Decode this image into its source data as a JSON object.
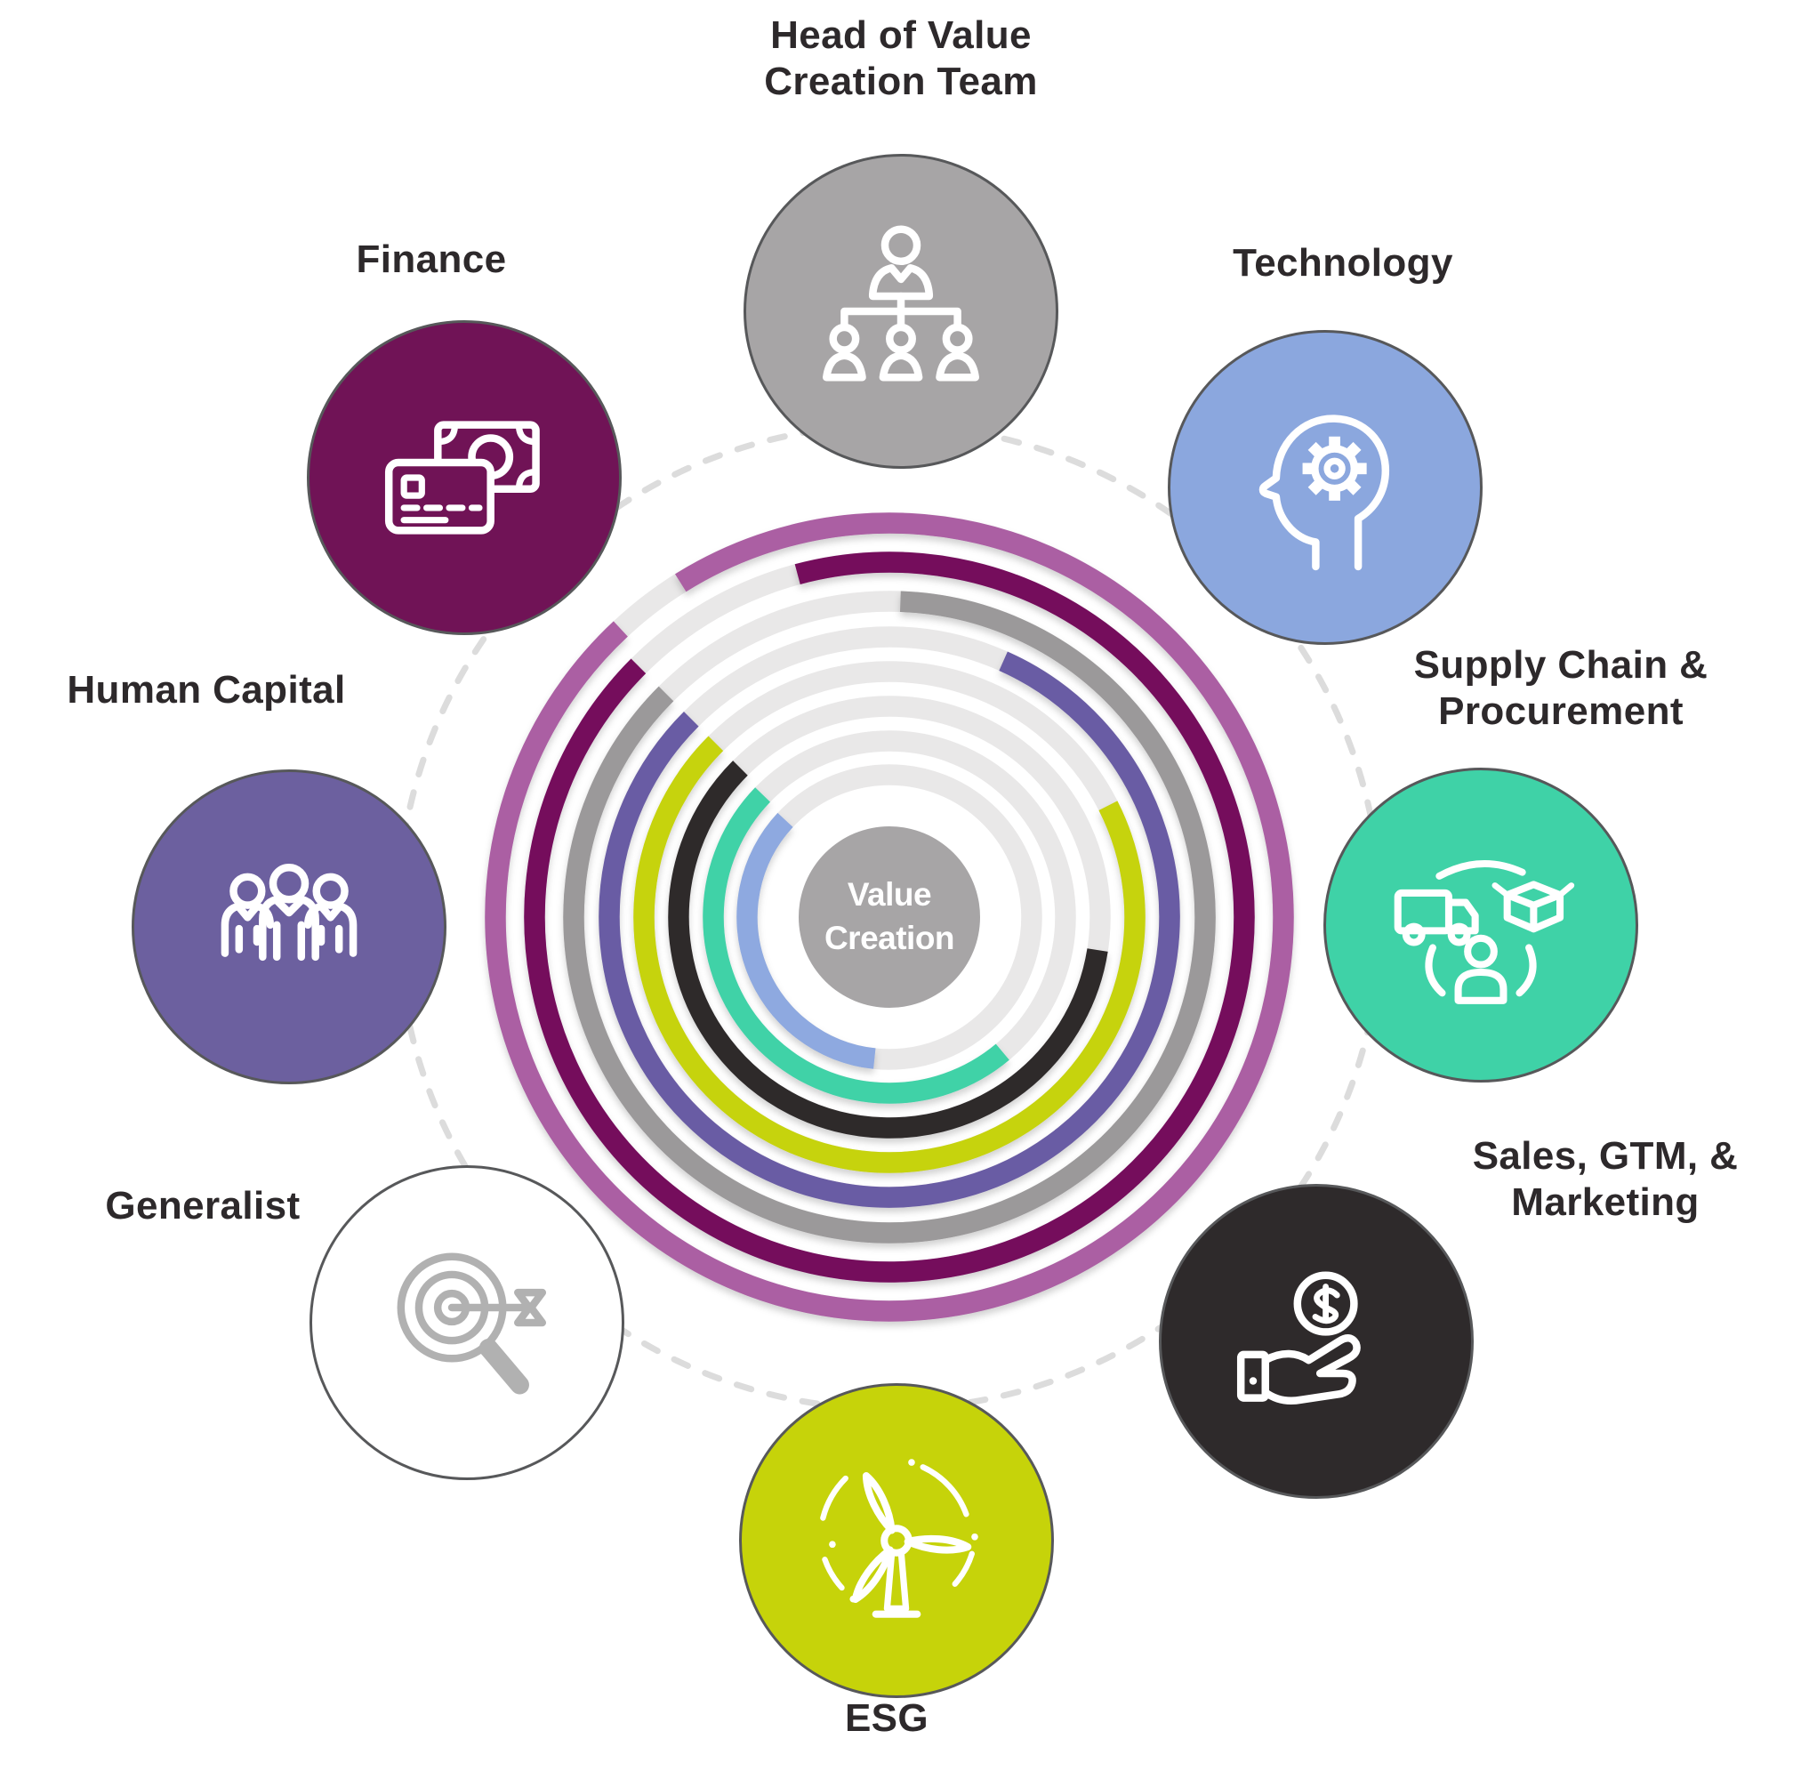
{
  "chart": {
    "center_label": [
      "Value",
      "Creation"
    ],
    "center_color": "#a7a5a6",
    "track_color": "#e9e8e8",
    "dashed_ring_color": "#dcdcdc",
    "rings": [
      {
        "name": "orchid",
        "color": "#ab5fa3",
        "start_deg": 328,
        "sweep_deg": 349
      },
      {
        "name": "magenta",
        "color": "#74095c",
        "start_deg": 345,
        "sweep_deg": 330
      },
      {
        "name": "gray",
        "color": "#9b999a",
        "start_deg": 2,
        "sweep_deg": 313
      },
      {
        "name": "purple",
        "color": "#695ca4",
        "start_deg": 24,
        "sweep_deg": 291
      },
      {
        "name": "chartreuse",
        "color": "#c6d30a",
        "start_deg": 63,
        "sweep_deg": 252
      },
      {
        "name": "black",
        "color": "#2e2a2b",
        "start_deg": 99,
        "sweep_deg": 216
      },
      {
        "name": "teal",
        "color": "#3fd2a7",
        "start_deg": 140,
        "sweep_deg": 174
      },
      {
        "name": "blue",
        "color": "#8ea9e0",
        "start_deg": 186,
        "sweep_deg": 127
      }
    ]
  },
  "nodes": [
    {
      "id": "head-of-value-creation-team",
      "label": "Head of Value Creation Team",
      "lines": [
        "Head of Value",
        "Creation Team"
      ],
      "color": "#a7a5a6",
      "icon": "org-chart-icon"
    },
    {
      "id": "technology",
      "label": "Technology",
      "lines": [
        "Technology"
      ],
      "color": "#8ba7de",
      "icon": "head-gear-icon"
    },
    {
      "id": "supply-chain-procurement",
      "label": "Supply Chain & Procurement",
      "lines": [
        "Supply Chain &",
        "Procurement"
      ],
      "color": "#3fd2a7",
      "icon": "truck-box-person-icon"
    },
    {
      "id": "sales-gtm-marketing",
      "label": "Sales, GTM, & Marketing",
      "lines": [
        "Sales, GTM, &",
        "Marketing"
      ],
      "color": "#2e2a2b",
      "icon": "hand-dollar-icon"
    },
    {
      "id": "esg",
      "label": "ESG",
      "lines": [
        "ESG"
      ],
      "color": "#c6d30a",
      "icon": "wind-turbine-icon"
    },
    {
      "id": "generalist",
      "label": "Generalist",
      "lines": [
        "Generalist"
      ],
      "color": "#ffffff",
      "icon": "target-magnifier-icon"
    },
    {
      "id": "human-capital",
      "label": "Human Capital",
      "lines": [
        "Human Capital"
      ],
      "color": "#6c609f",
      "icon": "people-icon"
    },
    {
      "id": "finance",
      "label": "Finance",
      "lines": [
        "Finance"
      ],
      "color": "#701356",
      "icon": "card-money-icon"
    }
  ]
}
